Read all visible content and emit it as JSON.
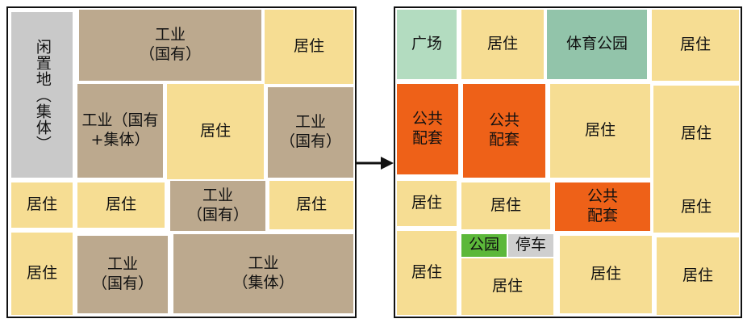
{
  "before": {
    "idle_collective": "闲置地（集体）",
    "industry_state_top": "工业\n（国有）",
    "residential_top_right": "居住",
    "industry_mixed": "工业（国有\n+集体）",
    "residential_center": "居住",
    "industry_state_right": "工业\n（国有）",
    "residential_row3_a": "居住",
    "residential_row3_b": "居住",
    "industry_state_small": "工业\n（国有）",
    "residential_row3_c": "居住",
    "residential_bottom_left": "居住",
    "industry_state_bottom": "工业\n（国有）",
    "industry_collective_bottom": "工业\n（集体）"
  },
  "after": {
    "square": "广场",
    "residential_a": "居住",
    "sports_park": "体育公园",
    "residential_b": "居住",
    "public_facility_a": "公共\n配套",
    "public_facility_b": "公共\n配套",
    "residential_c": "居住",
    "residential_d": "居住",
    "residential_e": "居住",
    "residential_f": "居住",
    "public_facility_c": "公共\n配套",
    "residential_g": "居住",
    "residential_h": "居住",
    "park": "公园",
    "parking": "停车",
    "residential_i": "居住",
    "residential_j": "居住",
    "residential_k": "居住"
  },
  "colors": {
    "residential": "#f6dd93",
    "industrial": "#bca98e",
    "idle": "#c9c9c9",
    "public": "#ee6118",
    "square": "#b3dcc0",
    "sports_park": "#92c4aa",
    "park": "#5cb83a",
    "parking": "#cfcfcf",
    "arrow": "#111111"
  }
}
